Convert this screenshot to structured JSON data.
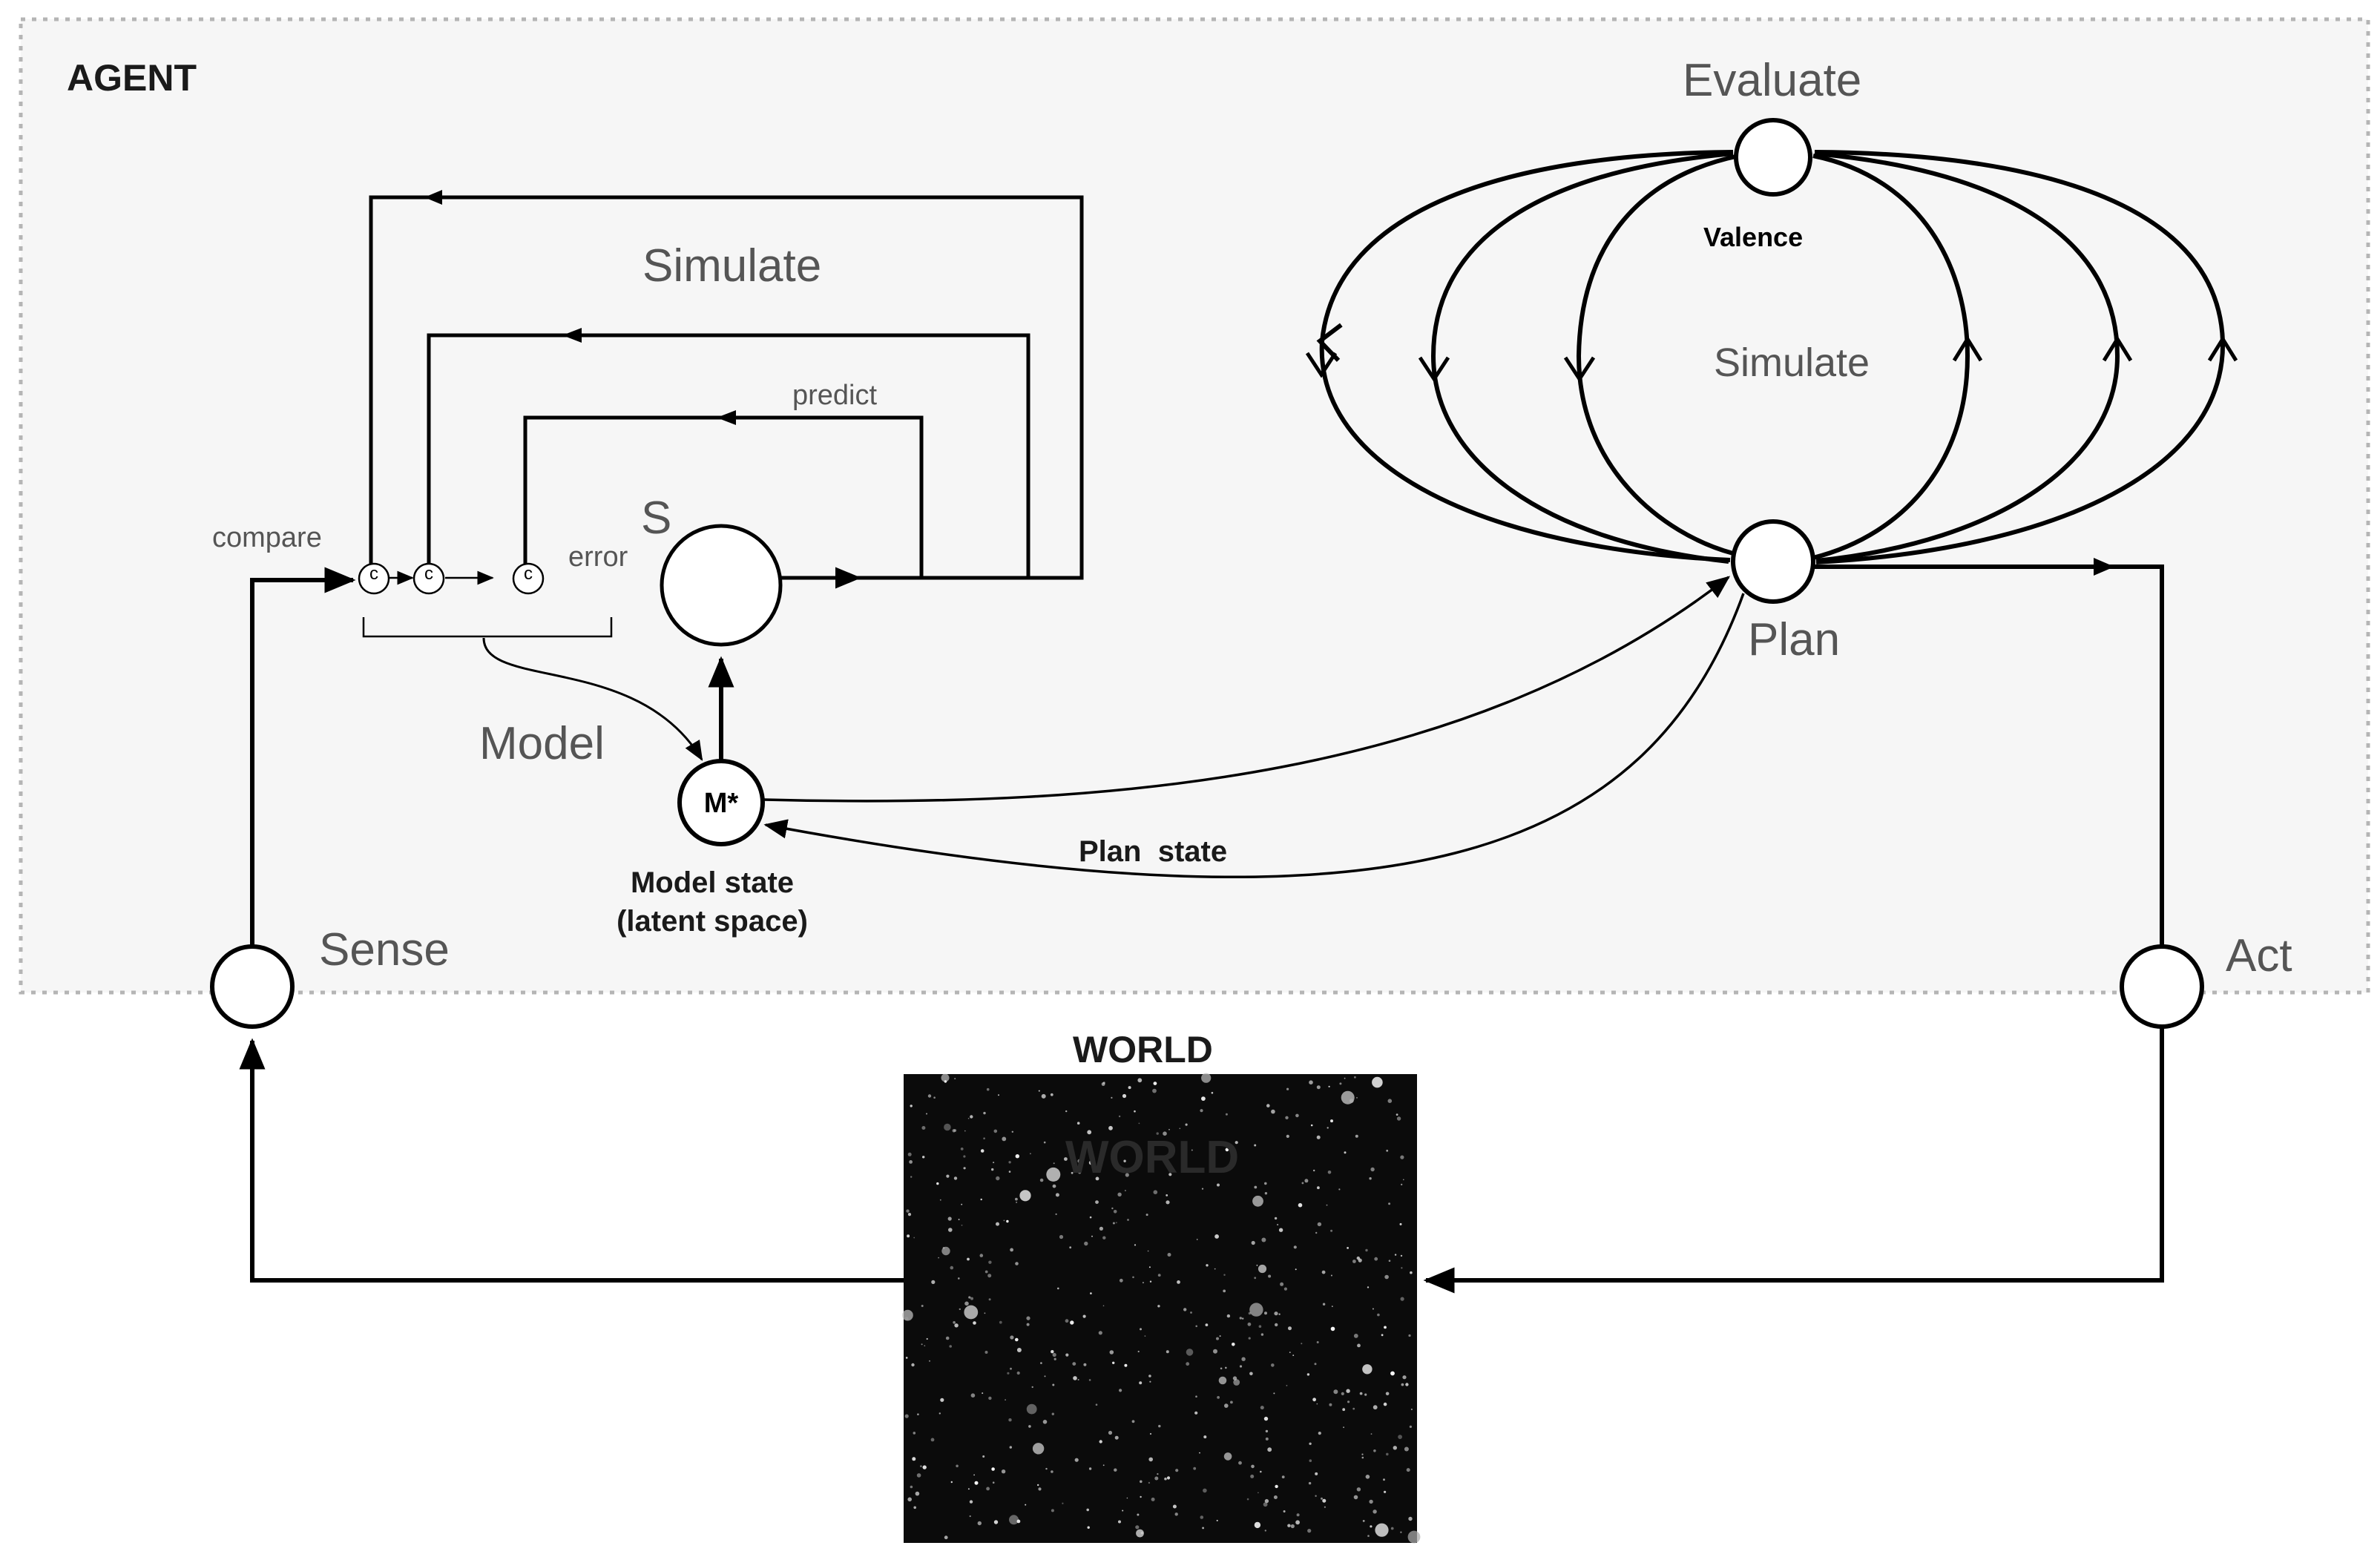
{
  "agent": {
    "title": "AGENT",
    "evaluate_label": "Evaluate",
    "valence_label": "Valence",
    "simulate_right_label": "Simulate",
    "plan_label": "Plan",
    "simulate_left_label": "Simulate",
    "predict_label": "predict",
    "s_label": "S",
    "compare_label": "compare",
    "error_label": "error",
    "comparator_glyph": "c",
    "model_label": "Model",
    "model_node_label": "M*",
    "model_state_line1": "Model state",
    "model_state_line2": "(latent space)",
    "plan_state_label": "Plan  state",
    "sense_label": "Sense",
    "act_label": "Act"
  },
  "world": {
    "title": "WORLD",
    "watermark": "WORLD"
  },
  "colors": {
    "agent_background": "#f6f6f6",
    "agent_border": "#b5b5b5",
    "stroke": "#000000",
    "gray_text": "#555555",
    "world_background": "#0b0b0b"
  }
}
